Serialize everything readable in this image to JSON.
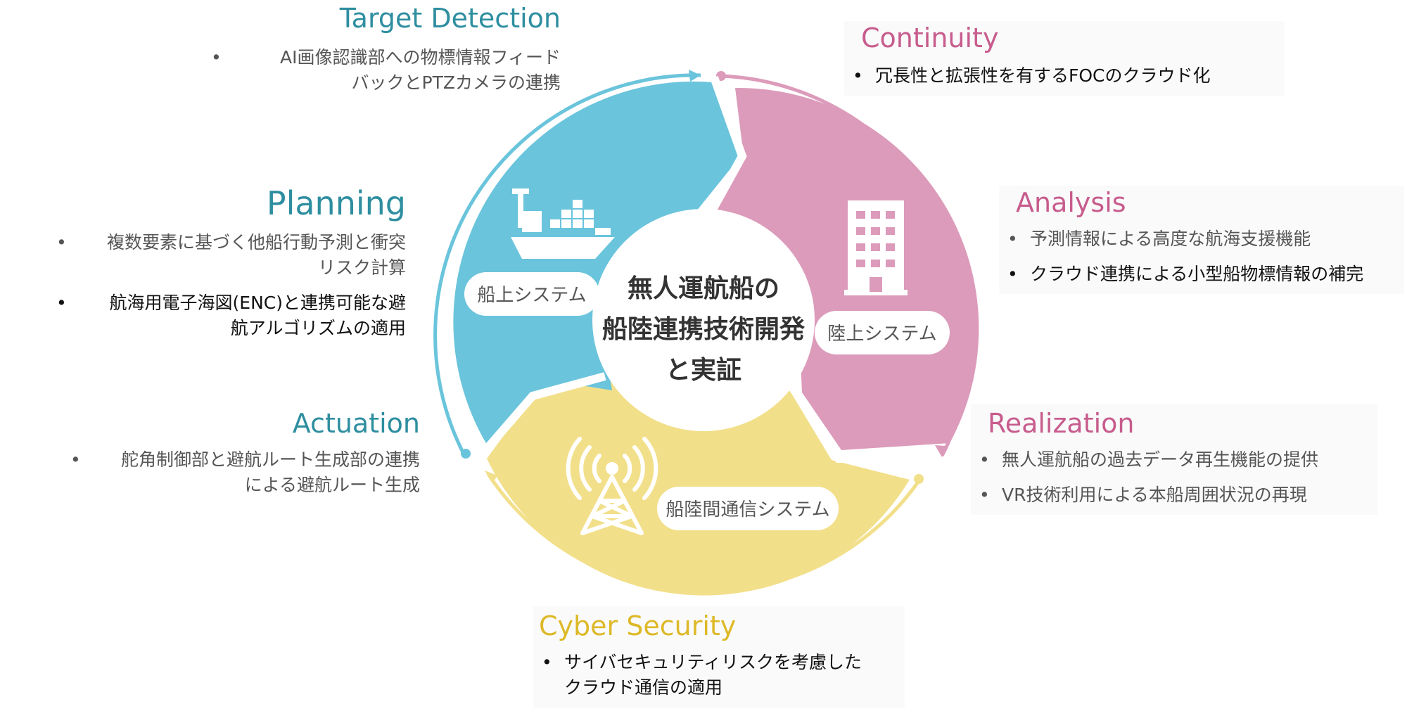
{
  "center": {
    "line1": "無人運航船の",
    "line2": "船陸連携技術開発",
    "line3": "と実証"
  },
  "systems": {
    "ship": "船上システム",
    "land": "陸上システム",
    "comm": "船陸間通信システム"
  },
  "sections": {
    "target_detection": {
      "title": "Target Detection",
      "bullets": [
        "AI画像認識部への物標情報フィード",
        "バックとPTZカメラの連携"
      ]
    },
    "planning": {
      "title": "Planning",
      "bullets": [
        "複数要素に基づく他船行動予測と衝突",
        "リスク計算",
        "航海用電子海図(ENC)と連携可能な避",
        "航アルゴリズムの適用"
      ]
    },
    "actuation": {
      "title": "Actuation",
      "bullets": [
        "舵角制御部と避航ルート生成部の連携",
        "による避航ルート生成"
      ]
    },
    "continuity": {
      "title": "Continuity",
      "bullets": [
        "冗長性と拡張性を有するFOCのクラウド化"
      ]
    },
    "analysis": {
      "title": "Analysis",
      "bullets": [
        "予測情報による高度な航海支援機能",
        "クラウド連携による小型船物標情報の補完"
      ]
    },
    "realization": {
      "title": "Realization",
      "bullets": [
        "無人運航船の過去データ再生機能の提供",
        "VR技術利用による本船周囲状況の再現"
      ]
    },
    "cyber_security": {
      "title": "Cyber Security",
      "bullets": [
        "サイバセキュリティリスクを考慮した",
        "クラウド通信の適用"
      ]
    }
  },
  "colors": {
    "teal": "#6ac4dc",
    "pink": "#dc9bba",
    "yellow": "#f2df8a",
    "teal_title": "#2e8ea0",
    "pink_title": "#c75c8d",
    "gold_title": "#ddb928"
  },
  "icons": {
    "ship": "cargo-ship-icon",
    "building": "building-icon",
    "tower": "radio-tower-icon"
  }
}
